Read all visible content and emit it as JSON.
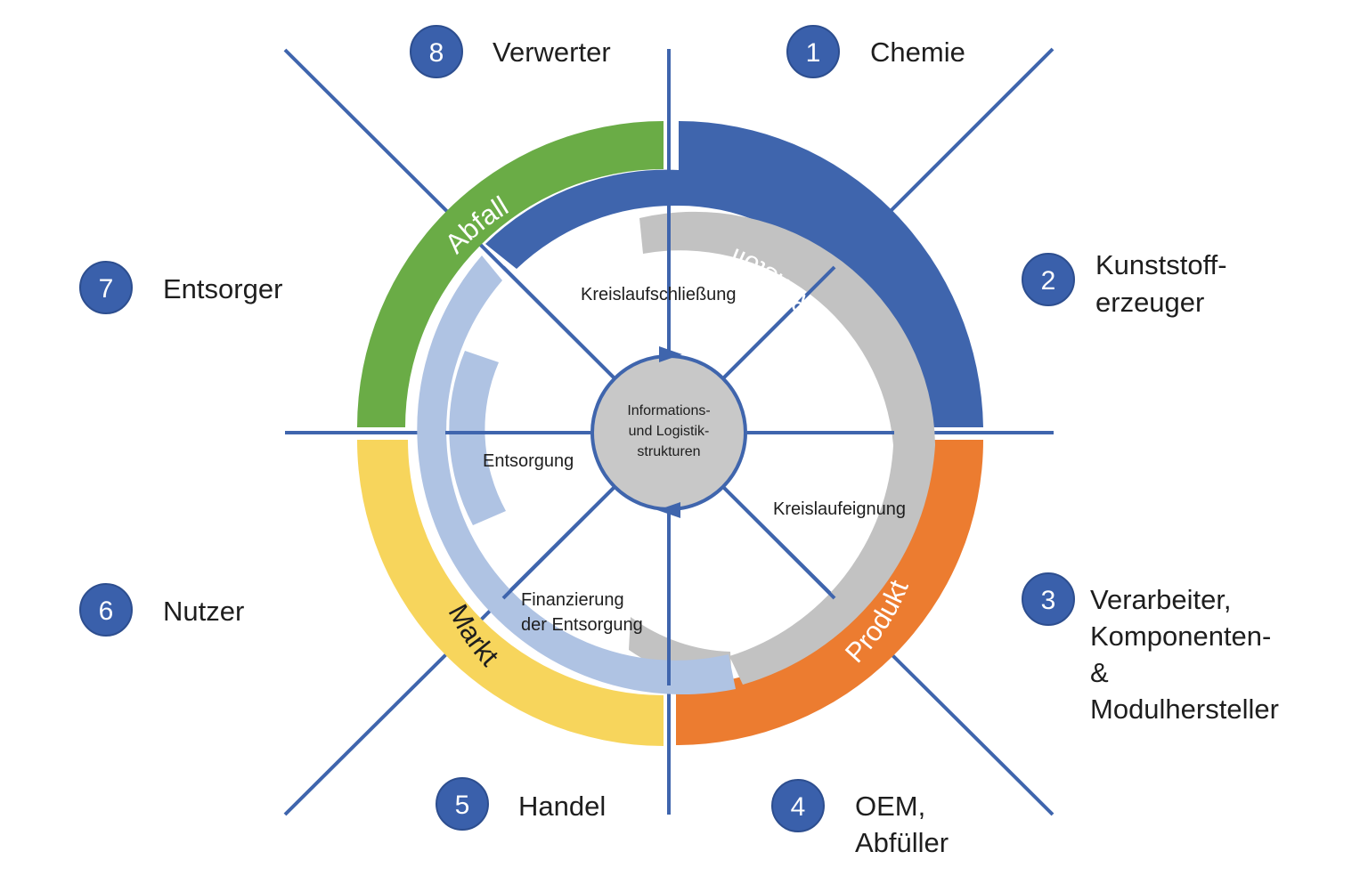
{
  "colors": {
    "line_blue": "#3f65ad",
    "badge_blue": "#3a60ab",
    "rohstoff_blue": "#3f65ad",
    "produkt_orange": "#ec7c30",
    "markt_yellow": "#f7d55c",
    "abfall_green": "#6aac46",
    "loop_gray": "#c2c2c2",
    "loop_lightblue": "#afc3e3",
    "center_gray": "#c8c8c8"
  },
  "stakeholders": [
    {
      "number": "1",
      "lines": [
        "Chemie"
      ]
    },
    {
      "number": "2",
      "lines": [
        "Kunststoff-",
        "erzeuger"
      ]
    },
    {
      "number": "3",
      "lines": [
        "Verarbeiter,",
        "Komponenten-",
        "&",
        "Modulhersteller"
      ]
    },
    {
      "number": "4",
      "lines": [
        "OEM,",
        "Abfüller"
      ]
    },
    {
      "number": "5",
      "lines": [
        "Handel"
      ]
    },
    {
      "number": "6",
      "lines": [
        "Nutzer"
      ]
    },
    {
      "number": "7",
      "lines": [
        "Entsorger"
      ]
    },
    {
      "number": "8",
      "lines": [
        "Verwerter"
      ]
    }
  ],
  "ring_segments": {
    "rohstoff": "Rohstoff",
    "produkt": "Produkt",
    "markt": "Markt",
    "abfall": "Abfall"
  },
  "inner_labels": {
    "kreislaufschliessung": "Kreislaufschließung",
    "kreislaufeignung": "Kreislaufeignung",
    "entsorgung": "Entsorgung",
    "finanzierung": [
      "Finanzierung",
      "der Entsorgung"
    ]
  },
  "center": {
    "lines": [
      "Informations-",
      "und Logistik-",
      "strukturen"
    ]
  }
}
